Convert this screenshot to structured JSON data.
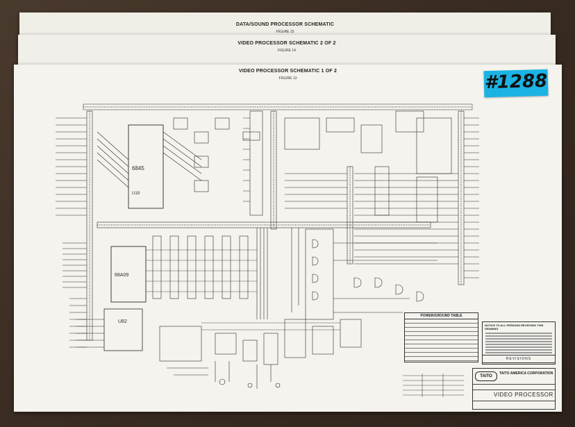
{
  "sheets": {
    "back": {
      "title": "DATA/SOUND PROCESSOR SCHEMATIC",
      "figure": "FIGURE 15"
    },
    "middle": {
      "title": "VIDEO PROCESSOR SCHEMATIC 2 OF 2",
      "figure": "FIGURE 14"
    },
    "front": {
      "title": "VIDEO PROCESSOR SCHEMATIC 1 OF 2",
      "figure": "FIGURE 13"
    }
  },
  "tag": {
    "label": "#1288",
    "color": "#1bb3e4"
  },
  "schematic": {
    "chip_labels": [
      "6845",
      "U19",
      "68A09",
      "U82"
    ]
  },
  "tables": {
    "power_ground_title": "POWER/GROUND TABLE",
    "notes_title": "NOTICE TO ALL PERSONS RECEIVING THIS DRAWING",
    "revisions_label": "REVISIONS"
  },
  "title_block": {
    "logo": "TAITO",
    "company": "TAITO AMERICA CORPORATION",
    "drawing_name": "VIDEO PROCESSOR"
  },
  "colors": {
    "table": "#3b2f26",
    "paper": "#f4f3ee",
    "ink": "#2a2a2a"
  }
}
